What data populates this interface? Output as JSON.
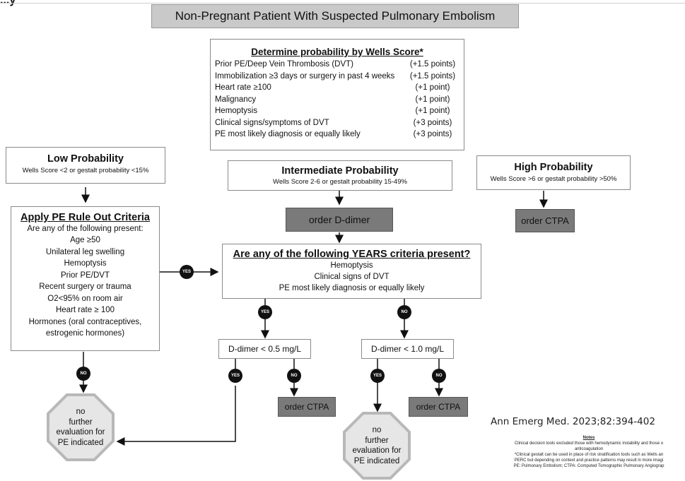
{
  "header": {
    "partial_title": "...y",
    "title": "Non-Pregnant Patient With Suspected Pulmonary Embolism"
  },
  "wells": {
    "title": "Determine probability by Wells Score*",
    "items": [
      {
        "label": "Prior PE/Deep Vein Thrombosis (DVT)",
        "points": "(+1.5 points)"
      },
      {
        "label": "Immobilization ≥3 days or surgery in past 4 weeks",
        "points": "(+1.5 points)"
      },
      {
        "label": "Heart rate ≥100",
        "points": "(+1 point)"
      },
      {
        "label": "Malignancy",
        "points": "(+1 point)"
      },
      {
        "label": "Hemoptysis",
        "points": "(+1 point)"
      },
      {
        "label": "Clinical signs/symptoms of DVT",
        "points": "(+3 points)"
      },
      {
        "label": "PE most likely diagnosis or equally likely",
        "points": "(+3 points)"
      }
    ]
  },
  "low": {
    "title": "Low Probability",
    "desc": "Wells Score <2 or gestalt probability <15%"
  },
  "intermediate": {
    "title": "Intermediate Probability",
    "desc": "Wells Score 2-6 or gestalt probability 15-49%"
  },
  "high": {
    "title": "High Probability",
    "desc": "Wells Score >6 or gestalt probability >50%"
  },
  "order_ddimer": "order D-dimer",
  "order_ctpa": "order CTPA",
  "perc": {
    "title": "Apply PE Rule Out Criteria",
    "subtitle": "Are any of the following present:",
    "items": [
      "Age ≥50",
      "Unilateral leg swelling",
      "Hemoptysis",
      "Prior PE/DVT",
      "Recent surgery or trauma",
      "O2<95% on room air",
      "Heart rate ≥ 100",
      "Hormones (oral contraceptives,",
      "estrogenic hormones)"
    ]
  },
  "years": {
    "title": "Are any of the following YEARS criteria present?",
    "items": [
      "Hemoptysis",
      "Clinical signs of DVT",
      "PE most likely diagnosis or equally likely"
    ]
  },
  "ddimer_low": "D-dimer < 0.5 mg/L",
  "ddimer_high": "D-dimer < 1.0 mg/L",
  "labels": {
    "yes": "YES",
    "no": "NO"
  },
  "no_further": "no\nfurther\nevaluation for\nPE indicated",
  "citation": "Ann Emerg Med. 2023;82:394-402",
  "notes": {
    "title": "Notes",
    "lines": [
      "Clinical decision tools excluded those with hemodynamic instability and those o",
      "anticoagulation",
      "*Clinical gestalt can be used in place of risk stratification tools such as Wells an",
      "PERC but depending on context and practice patterns may result in more imagi",
      "PE: Pulmonary Embolism; CTPA: Computed Tomographic Pulmonary Angiograp"
    ]
  }
}
